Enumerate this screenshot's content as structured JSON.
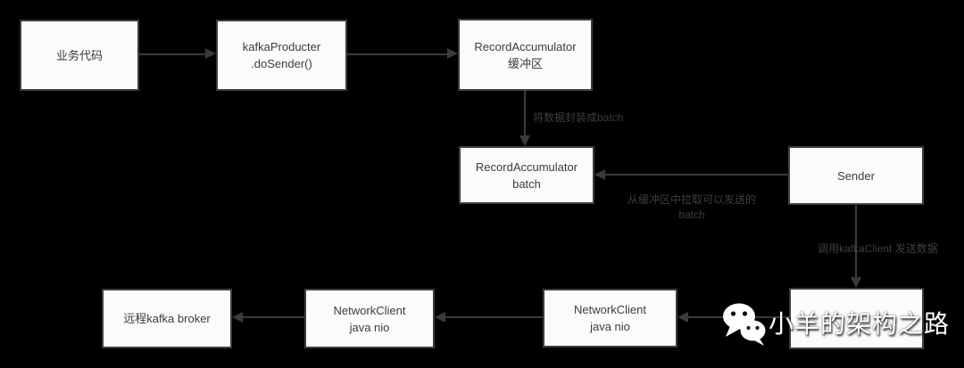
{
  "diagram": {
    "title": "kafka producer send flow",
    "colors": {
      "background": "#000000",
      "node_fill": "#fbfbfb",
      "node_border": "#3d3d3d",
      "node_text": "#3c3c3c",
      "arrow": "#3a3a3a",
      "edge_label": "#3e3e3e",
      "watermark_text": "#ffffff"
    },
    "nodes": {
      "biz": {
        "line1": "业务代码"
      },
      "producer": {
        "line1": "kafkaProducter",
        "line2": ".doSender()"
      },
      "accumulator_buffer": {
        "line1": "RecordAccumulator",
        "line2": "缓冲区"
      },
      "accumulator_batch": {
        "line1": "RecordAccumulator",
        "line2": "batch"
      },
      "sender": {
        "line1": "Sender"
      },
      "network_client_2": {
        "line1": "NetworkClient",
        "line2": "java nio"
      },
      "network_client_1": {
        "line1": "NetworkClient",
        "line2": "java nio"
      },
      "broker": {
        "line1": "远程kafka broker"
      },
      "hidden_client": {
        "line1": ""
      }
    },
    "edge_labels": {
      "wrap_batch": "将数据封装成batch",
      "pull_batch_line1": "从缓冲区中拉取可以发送的",
      "pull_batch_line2": "batch",
      "send_via_client": "调用kafkaClient 发送数据"
    },
    "watermark": {
      "text": "小羊的架构之路",
      "icon": "wechat-icon"
    }
  }
}
